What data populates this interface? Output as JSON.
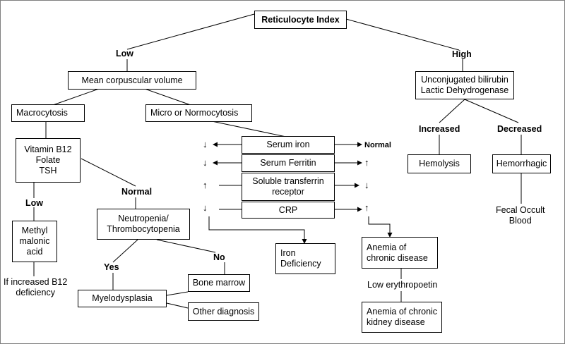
{
  "nodes": {
    "reticulocyte_index": "Reticulocyte Index",
    "mcv": "Mean corpuscular volume",
    "unconjugated": "Unconjugated bilirubin\nLactic Dehydrogenase",
    "macrocytosis": "Macrocytosis",
    "micro_normo": "Micro or Normocytosis",
    "vitb12": "Vitamin B12\nFolate\nTSH",
    "serum_iron": "Serum iron",
    "serum_ferritin": "Serum Ferritin",
    "soluble_tf": "Soluble transferrin\nreceptor",
    "crp": "CRP",
    "hemolysis": "Hemolysis",
    "hemorrhagic": "Hemorrhagic",
    "methyl": "Methyl\nmalonic\nacid",
    "neutropenia": "Neutropenia/\nThrombocytopenia",
    "iron_def": "Iron\nDeficiency",
    "anemia_chronic": "Anemia of\nchronic disease",
    "bone_marrow": "Bone marrow",
    "myelodysplasia": "Myelodysplasia",
    "other_dx": "Other diagnosis",
    "anemia_ckd": "Anemia of chronic\nkidney disease"
  },
  "labels": {
    "low_top": "Low",
    "high_top": "High",
    "increased": "Increased",
    "decreased": "Decreased",
    "normal_mid": "Normal",
    "low_mid": "Low",
    "yes": "Yes",
    "no": "No",
    "normal_iron": "Normal",
    "fecal": "Fecal Occult\nBlood",
    "if_increased": "If increased B12\ndeficiency",
    "low_epo": "Low erythropoetin"
  },
  "arrows": {
    "iron_left": "↓",
    "ferritin_left": "↓",
    "ferritin_right": "↑",
    "tf_left": "↑",
    "tf_right": "↓",
    "crp_left": "↓",
    "crp_right": "↑"
  }
}
